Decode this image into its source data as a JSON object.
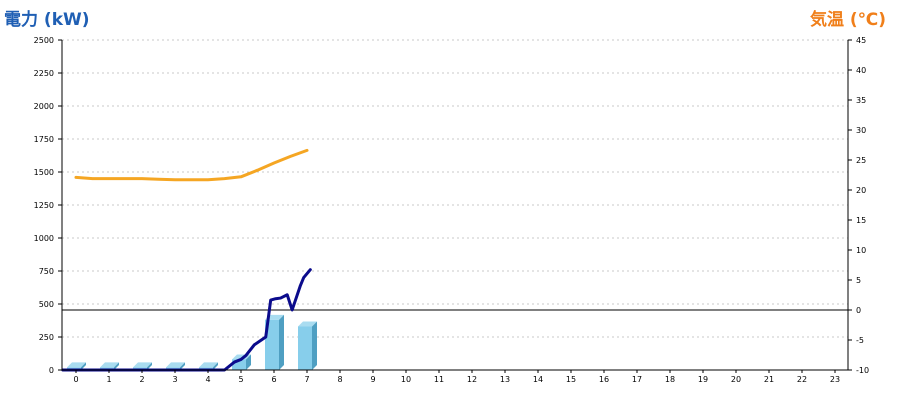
{
  "chart_data": {
    "type": "bar",
    "left_axis_title": "電力 (kW)",
    "right_axis_title": "気温 (℃)",
    "left_axis_color": "#1f5fb4",
    "right_axis_color": "#f07f1a",
    "x": [
      0,
      1,
      2,
      3,
      4,
      5,
      6,
      7,
      8,
      9,
      10,
      11,
      12,
      13,
      14,
      15,
      16,
      17,
      18,
      19,
      20,
      21,
      22,
      23
    ],
    "ylim_left": [
      0,
      2500
    ],
    "ylim_right": [
      -10,
      45
    ],
    "yticks_left": [
      0,
      250,
      500,
      750,
      1000,
      1250,
      1500,
      1750,
      2000,
      2250,
      2500
    ],
    "yticks_right": [
      -10,
      -5,
      0,
      5,
      10,
      15,
      20,
      25,
      30,
      35,
      40,
      45
    ],
    "grid": true,
    "bars": {
      "color": "#87ceeb",
      "values": [
        20,
        20,
        20,
        20,
        20,
        80,
        380,
        330,
        null,
        null,
        null,
        null,
        null,
        null,
        null,
        null,
        null,
        null,
        null,
        null,
        null,
        null,
        null,
        null
      ]
    },
    "power_line": {
      "color": "#0b0b8c",
      "points": [
        [
          -0.4,
          0
        ],
        [
          0,
          0
        ],
        [
          0.5,
          0
        ],
        [
          1,
          0
        ],
        [
          1.5,
          0
        ],
        [
          2,
          0
        ],
        [
          2.5,
          0
        ],
        [
          3,
          0
        ],
        [
          3.5,
          0
        ],
        [
          4,
          0
        ],
        [
          4.5,
          0
        ],
        [
          4.8,
          60
        ],
        [
          5,
          80
        ],
        [
          5.15,
          110
        ],
        [
          5.4,
          190
        ],
        [
          5.75,
          250
        ],
        [
          5.9,
          530
        ],
        [
          6.05,
          540
        ],
        [
          6.2,
          545
        ],
        [
          6.4,
          570
        ],
        [
          6.55,
          455
        ],
        [
          6.8,
          640
        ],
        [
          6.9,
          700
        ],
        [
          7.1,
          760
        ]
      ]
    },
    "temperature_line": {
      "color": "#f5a623",
      "points": [
        [
          0,
          22.1
        ],
        [
          0.5,
          21.9
        ],
        [
          1,
          21.9
        ],
        [
          1.5,
          21.9
        ],
        [
          2,
          21.9
        ],
        [
          2.5,
          21.8
        ],
        [
          3,
          21.7
        ],
        [
          3.5,
          21.7
        ],
        [
          4,
          21.7
        ],
        [
          4.5,
          21.9
        ],
        [
          5,
          22.2
        ],
        [
          5.5,
          23.3
        ],
        [
          6,
          24.5
        ],
        [
          6.5,
          25.6
        ],
        [
          7,
          26.6
        ]
      ]
    },
    "reference_line_right": 0
  }
}
